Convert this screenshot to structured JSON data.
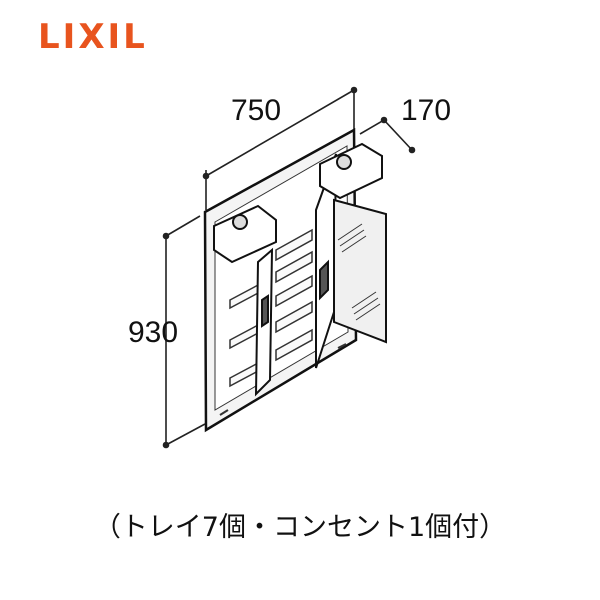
{
  "brand": {
    "logo_text": "LIXIL",
    "color": "#e8541e"
  },
  "dimensions": {
    "width": "750",
    "depth": "170",
    "height": "930"
  },
  "caption": "（トレイ7個・コンセント1個付）"
}
